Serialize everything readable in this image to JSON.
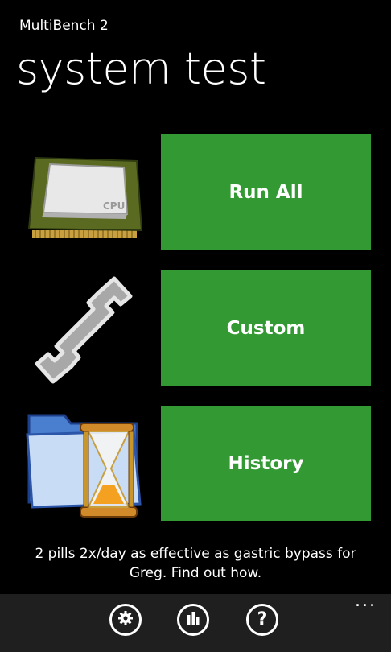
{
  "app": {
    "title": "MultiBench 2",
    "page_title": "system test"
  },
  "colors": {
    "tile_green": "#339933",
    "background": "#000000",
    "appbar": "#1f1f1f"
  },
  "tiles": [
    {
      "label": "Run All",
      "icon": "cpu-chip-icon"
    },
    {
      "label": "Custom",
      "icon": "wrench-icon"
    },
    {
      "label": "History",
      "icon": "folder-hourglass-icon"
    }
  ],
  "cpu_label": "CPU",
  "ad": {
    "line1": "2 pills 2x/day as effective as gastric bypass for",
    "line2": "Greg. Find out how."
  },
  "appbar": {
    "buttons": [
      {
        "icon": "gear-icon"
      },
      {
        "icon": "bar-chart-icon"
      },
      {
        "icon": "help-icon"
      }
    ],
    "more": "..."
  }
}
